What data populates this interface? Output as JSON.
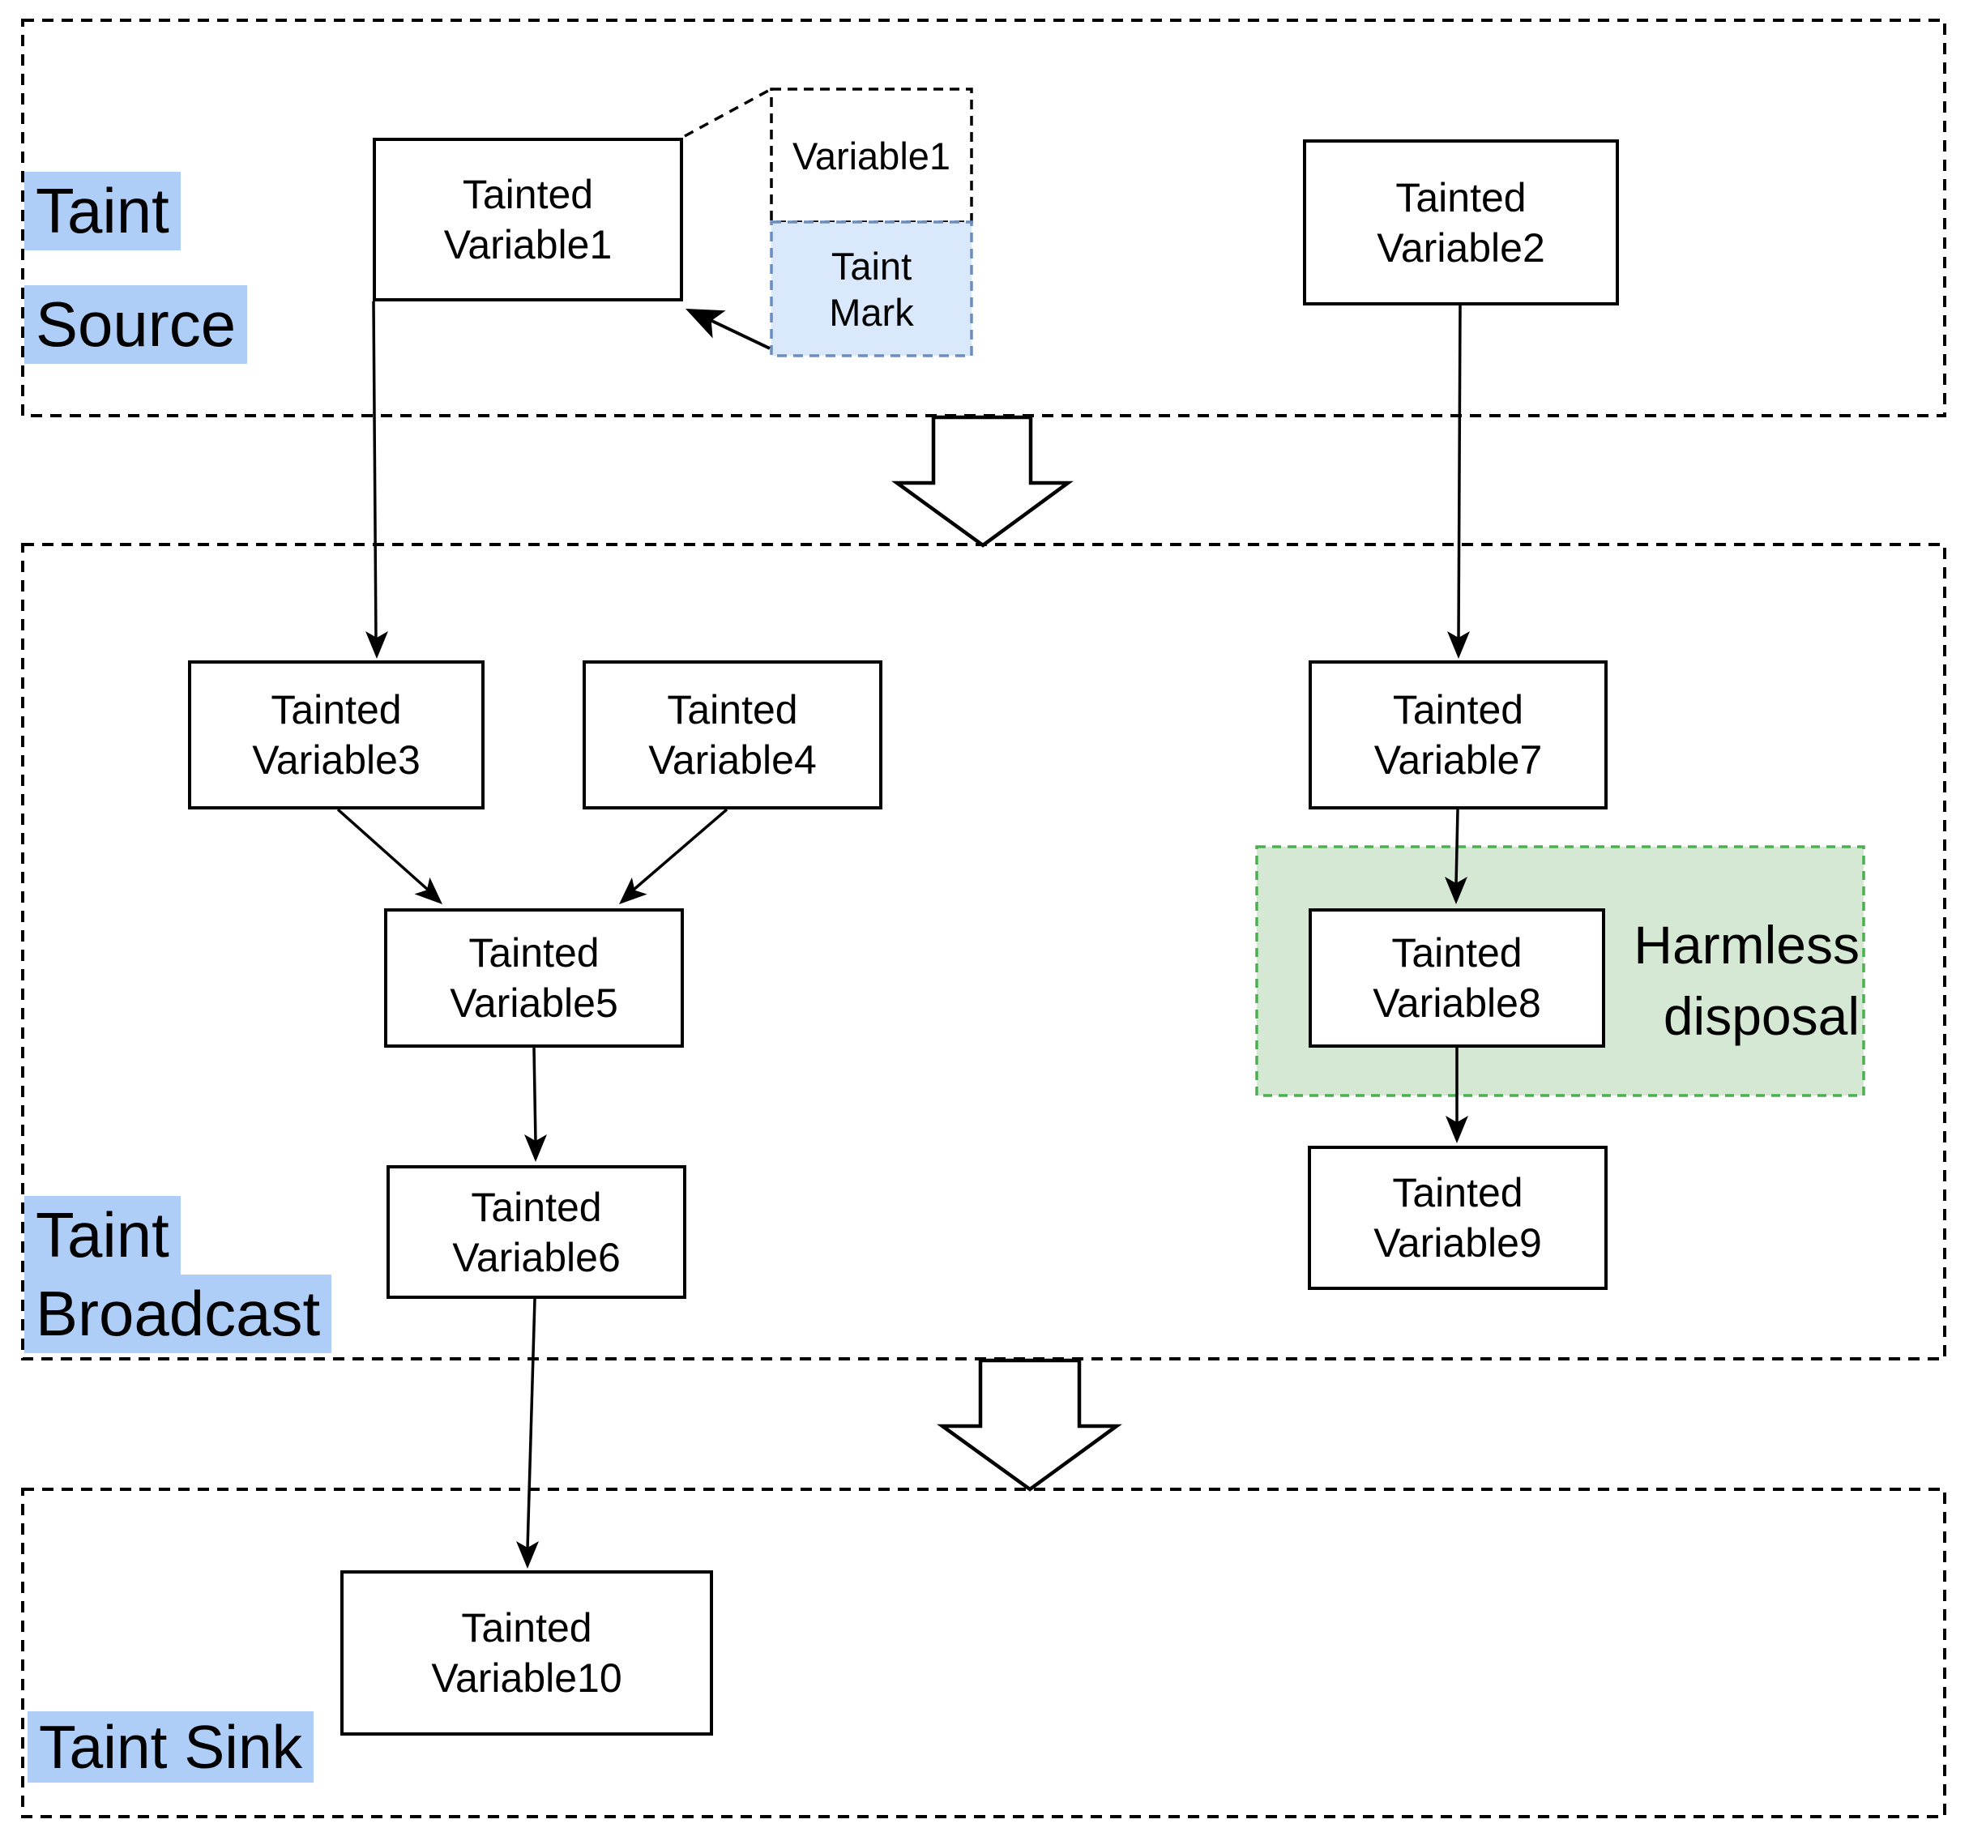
{
  "sections": {
    "source": {
      "line1": "Taint",
      "line2": "Source"
    },
    "broadcast": {
      "line1": "Taint",
      "line2": "Broadcast"
    },
    "sink": {
      "label": "Taint Sink"
    }
  },
  "nodes": {
    "v1": "Tainted\nVariable1",
    "v2": "Tainted\nVariable2",
    "v3": "Tainted\nVariable3",
    "v4": "Tainted\nVariable4",
    "v5": "Tainted\nVariable5",
    "v6": "Tainted\nVariable6",
    "v7": "Tainted\nVariable7",
    "v8": "Tainted\nVariable8",
    "v9": "Tainted\nVariable9",
    "v10": "Tainted\nVariable10"
  },
  "callout": {
    "variable": "Variable1",
    "taint_mark": "Taint\nMark"
  },
  "annotations": {
    "harmless_disposal": "Harmless\ndisposal"
  },
  "colors": {
    "label_highlight": "#aecdf7",
    "callout_mark_fill": "#dae8fc",
    "callout_mark_stroke": "#6c8ebf",
    "harmless_fill": "#d5e8d4",
    "harmless_stroke": "#4caf50",
    "line": "#000000",
    "node_fill": "#ffffff"
  }
}
